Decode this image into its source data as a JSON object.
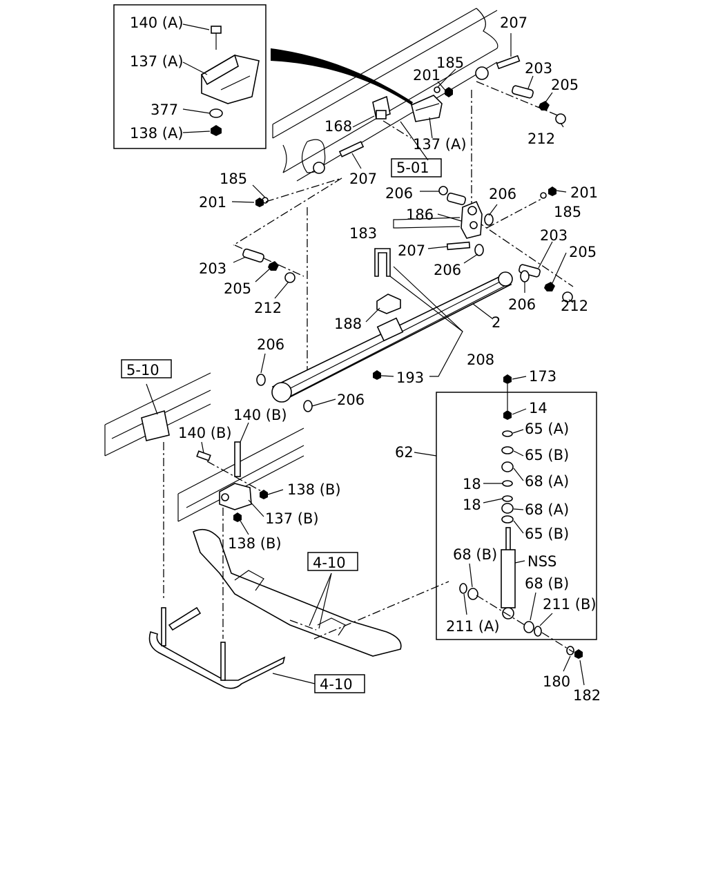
{
  "callouts": {
    "c140a_inset": "140 (A)",
    "c137a_inset": "137 (A)",
    "c377": "377",
    "c138a_inset": "138 (A)",
    "c207_top": "207",
    "c185_top": "185",
    "c201_top": "201",
    "c203_top": "203",
    "c205_top": "205",
    "c212_top": "212",
    "c168": "168",
    "c137a": "137 (A)",
    "c5_01": "5-01",
    "c185_left": "185",
    "c201_left": "201",
    "c207_left": "207",
    "c206_a": "206",
    "c186": "186",
    "c183": "183",
    "c206_b": "206",
    "c201_right": "201",
    "c185_right": "185",
    "c207_mid": "207",
    "c206_c": "206",
    "c203_left": "203",
    "c205_left": "205",
    "c212_left": "212",
    "c203_right": "203",
    "c205_right": "205",
    "c206_d": "206",
    "c212_right": "212",
    "c188": "188",
    "c2": "2",
    "c208": "208",
    "c206_e": "206",
    "c193": "193",
    "c206_f": "206",
    "c5_10": "5-10",
    "c140b_top": "140 (B)",
    "c140b_left": "140 (B)",
    "c138b_right": "138 (B)",
    "c137b": "137 (B)",
    "c138b_bottom": "138 (B)",
    "c173": "173",
    "c14": "14",
    "c62": "62",
    "c65a": "65 (A)",
    "c65b_1": "65 (B)",
    "c68a_1": "68 (A)",
    "c18_1": "18",
    "c18_2": "18",
    "c68a_2": "68 (A)",
    "c65b_2": "65 (B)",
    "c68b_left": "68 (B)",
    "cnss": "NSS",
    "c68b_right": "68 (B)",
    "c211b": "211 (B)",
    "c211a": "211 (A)",
    "c180": "180",
    "c182": "182",
    "c4_10_a": "4-10",
    "c4_10_b": "4-10"
  }
}
